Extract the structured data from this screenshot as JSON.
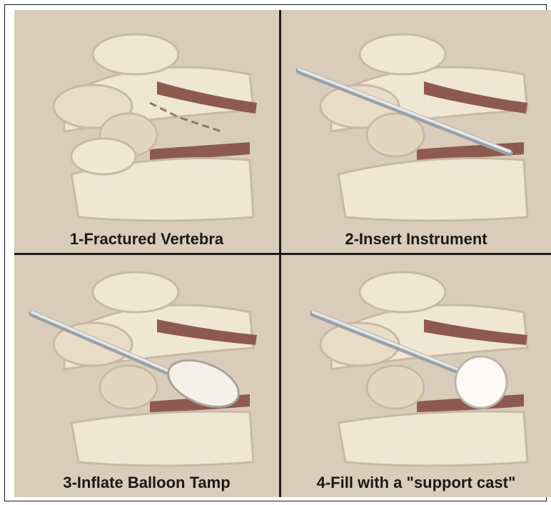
{
  "panels": [
    {
      "caption": "1-Fractured Vertebra",
      "stage": "fracture"
    },
    {
      "caption": "2-Insert Instrument",
      "stage": "insert"
    },
    {
      "caption": "3-Inflate Balloon Tamp",
      "stage": "balloon"
    },
    {
      "caption": "4-Fill with a \"support cast\"",
      "stage": "cement"
    }
  ],
  "colors": {
    "background": "#d9ccba",
    "bone": "#efe6d4",
    "bone_shadow": "#c9b9a2",
    "disc": "#8e5a50",
    "instrument": "#cfd3d8",
    "divider": "#1f1b18"
  }
}
